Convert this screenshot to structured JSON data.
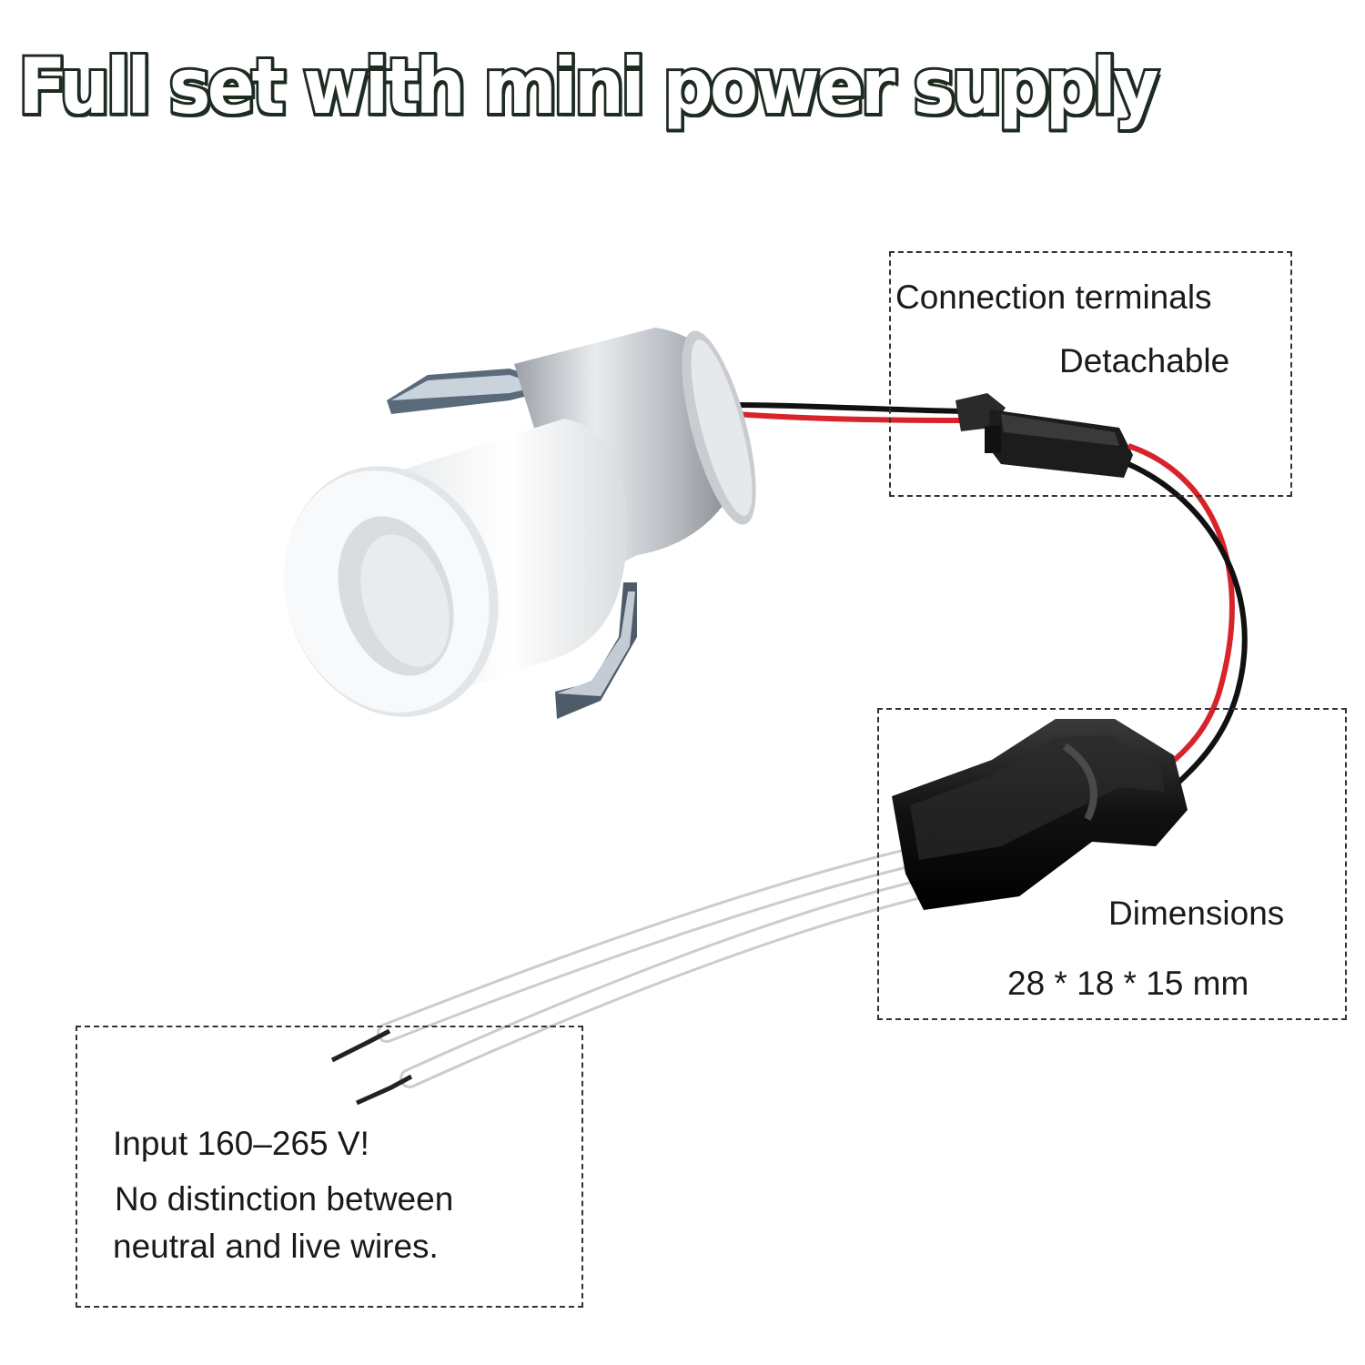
{
  "headline": "Full set with mini power supply",
  "callouts": {
    "connection": {
      "title": "Connection terminals",
      "subtitle": "Detachable"
    },
    "dimensions": {
      "title": "Dimensions",
      "value": "28 * 18 * 15 mm"
    },
    "input": {
      "line1": "Input 160–265 V!",
      "line2": "No distinction between",
      "line3": "neutral and live wires."
    }
  },
  "colors": {
    "headline_outline": "#1e2b21",
    "wire_red": "#d8232a",
    "wire_black": "#111111",
    "driver_body": "#1a1a1a"
  }
}
